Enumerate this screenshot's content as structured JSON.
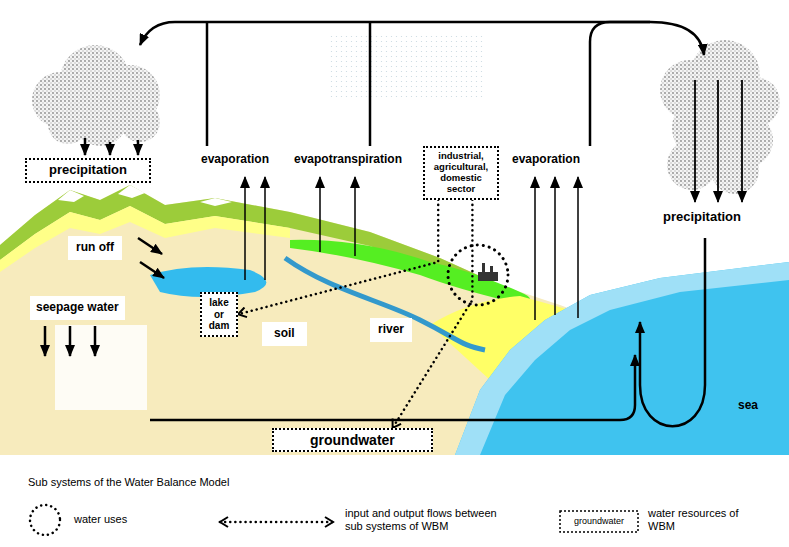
{
  "diagram": {
    "nodes": [
      {
        "text": [
          "precipitation"
        ]
      },
      {
        "text": [
          "evaporation"
        ]
      },
      {
        "text": [
          "evapotranspiration"
        ]
      },
      {
        "text": [
          "industrial, agricultural, domestic sector"
        ]
      },
      {
        "text": [
          "evaporation"
        ]
      },
      {
        "text": [
          "precipitation"
        ]
      },
      {
        "text": [
          "run off"
        ]
      },
      {
        "text": [
          "seepage water"
        ]
      },
      {
        "text": [
          "lake or dam"
        ]
      },
      {
        "text": [
          "soil"
        ]
      },
      {
        "text": [
          "river"
        ]
      },
      {
        "text": [
          "groundwater"
        ]
      }
    ],
    "edges": [
      {
        "from": 3,
        "to": 8,
        "arrow": "to"
      },
      {
        "from": 3,
        "to": 11,
        "arrow": "to"
      }
    ],
    "labels": [
      "sea",
      "Sub systems of the Water Balance Model",
      "groundwater"
    ],
    "legend": [
      {
        "text": "water uses"
      },
      {
        "text": "input and output flows between sub systems of WBM"
      },
      {
        "text": "water resources of WBM"
      }
    ]
  }
}
